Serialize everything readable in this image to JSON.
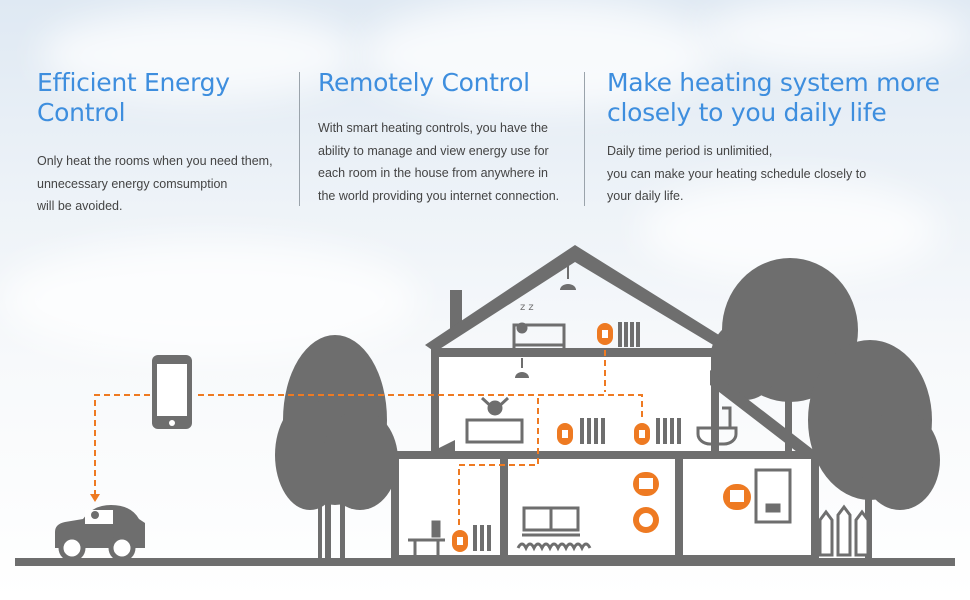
{
  "columns": [
    {
      "title": "Efficient Energy\nControl",
      "body": "Only heat the rooms when you need them,\nunnecessary energy comsumption\nwill be avoided."
    },
    {
      "title": "Remotely Control",
      "body": "With smart heating controls, you have the\nability to manage and view energy use for\neach room in the house from anywhere in\nthe world providing you internet connection."
    },
    {
      "title": "Make heating system more\nclosely to you daily life",
      "body": "Daily time period is unlimitied,\nyou can make your heating schedule closely to\nyour daily life."
    }
  ],
  "colors": {
    "title": "#3e8ede",
    "body_text": "#444444",
    "silhouette": "#6e6e6e",
    "accent_orange": "#ee7a22"
  },
  "illustration": {
    "icons": [
      "phone-icon",
      "car-icon",
      "house-icon",
      "tree-icon",
      "bed-icon",
      "radiator-icon",
      "thermostat-icon",
      "bathtub-icon",
      "sofa-icon",
      "boiler-icon",
      "table-icon",
      "fence-icon",
      "lamp-icon"
    ]
  }
}
